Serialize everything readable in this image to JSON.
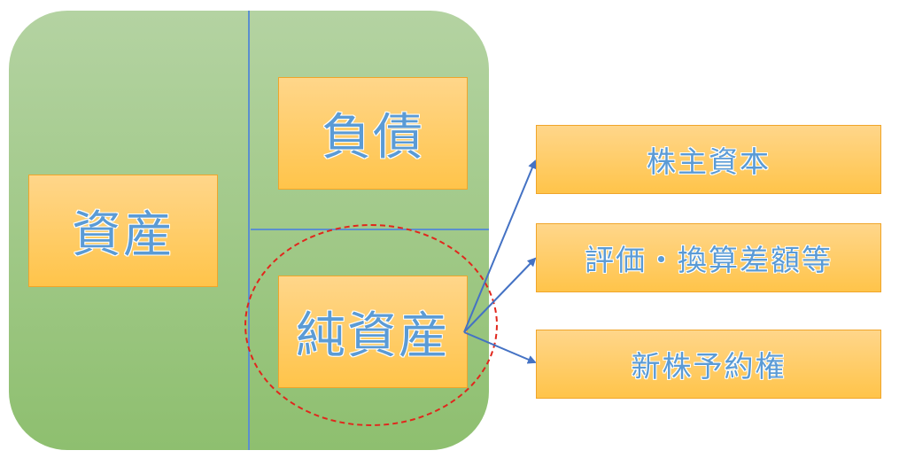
{
  "diagram": {
    "assets_label": "資産",
    "liabilities_label": "負債",
    "net_assets_label": "純資産",
    "components": [
      "株主資本",
      "評価・換算差額等",
      "新株予約権"
    ]
  },
  "colors": {
    "panel_top": "#b4d3a2",
    "panel_bottom": "#8ebf6f",
    "box_fill": "#ffc44a",
    "box_border": "#f0a52a",
    "text": "#5b9bd5",
    "divider": "#5b8fce",
    "arrow": "#4472c4",
    "highlight": "#e1261c"
  }
}
